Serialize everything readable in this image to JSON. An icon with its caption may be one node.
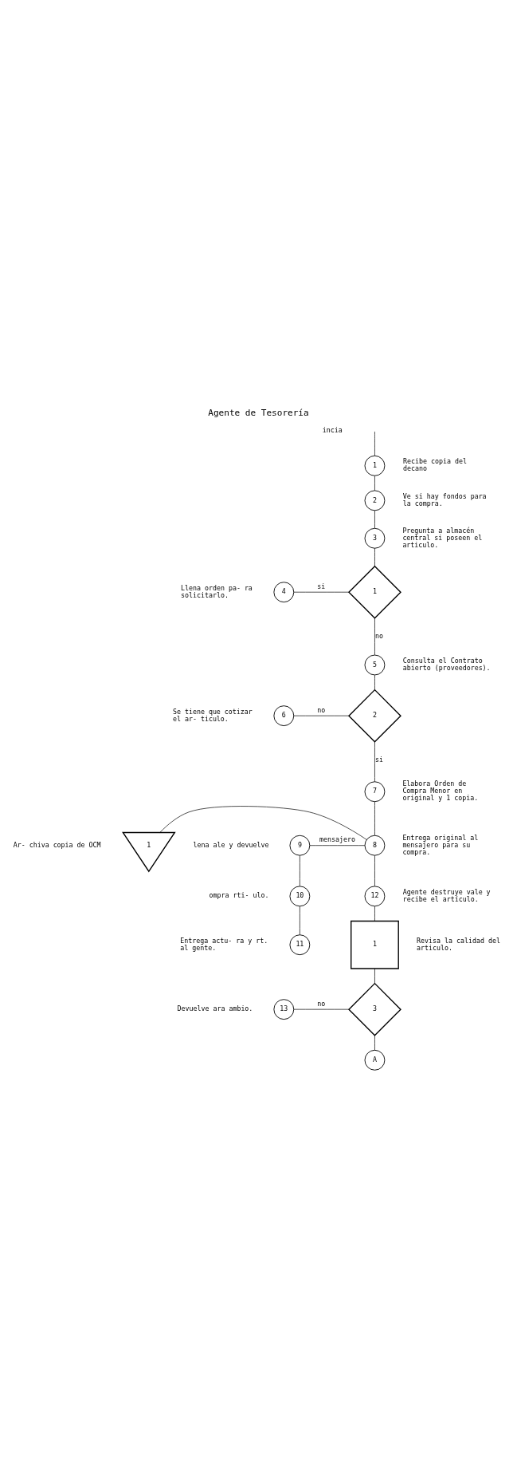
{
  "diagram": {
    "title": "Agente de Tesorería",
    "nodes": [
      {
        "text": [
          "1"
        ],
        "beside": [
          "Recibe copia del decano"
        ]
      },
      {
        "text": [
          "2"
        ],
        "beside": [
          "Ve si hay fondos para la compra."
        ]
      },
      {
        "text": [
          "3"
        ],
        "beside": [
          "Pregunta a almacén central si poseen el articulo."
        ]
      },
      {
        "text": [
          "1"
        ]
      },
      {
        "text": [
          "4"
        ],
        "beside": [
          "Llena orden pa- ra solicitarlo."
        ]
      },
      {
        "text": [
          "5"
        ],
        "beside": [
          "Consulta el Contrato abierto (proveedores)."
        ]
      },
      {
        "text": [
          "2"
        ]
      },
      {
        "text": [
          "6"
        ],
        "beside": [
          "Se tiene que cotizar el ar- ticulo."
        ]
      },
      {
        "text": [
          "7"
        ],
        "beside": [
          "Elabora Orden de Compra Menor en original y 1 copia."
        ]
      },
      {
        "text": [
          "1"
        ],
        "beside": [
          "Ar- chiva copia de OCM"
        ]
      },
      {
        "text": [
          "8"
        ],
        "beside": [
          "Entrega original al mensajero para su compra."
        ]
      },
      {
        "text": [
          "9"
        ],
        "beside": [
          "lena ale y devuelve"
        ]
      },
      {
        "text": [
          "10"
        ],
        "beside": [
          "ompra rti- ulo."
        ]
      },
      {
        "text": [
          "11"
        ],
        "beside": [
          "Entrega actu- ra y rt. al gente."
        ]
      },
      {
        "text": [
          "12"
        ],
        "beside": [
          "Agente destruye vale y recibe el artículo."
        ]
      },
      {
        "text": [
          "1"
        ],
        "beside": [
          "Revisa la calidad del articulo."
        ]
      },
      {
        "text": [
          "3"
        ]
      },
      {
        "text": [
          "13"
        ],
        "beside": [
          "Devuelve ara ambio."
        ]
      },
      {
        "text": [
          "A"
        ]
      }
    ],
    "edges": [
      {
        "from": null,
        "to": 0,
        "arrow": "none"
      },
      {
        "from": 0,
        "to": 1,
        "arrow": "none"
      },
      {
        "from": 1,
        "to": 2,
        "arrow": "none"
      },
      {
        "from": 2,
        "to": 3,
        "arrow": "none"
      },
      {
        "from": 3,
        "to": 4,
        "arrow": "none",
        "label": "si"
      },
      {
        "from": 3,
        "to": 5,
        "arrow": "none",
        "label": "no"
      },
      {
        "from": 5,
        "to": 6,
        "arrow": "none"
      },
      {
        "from": 6,
        "to": 7,
        "arrow": "none",
        "label": "no"
      },
      {
        "from": 6,
        "to": 8,
        "arrow": "none",
        "label": "si"
      },
      {
        "from": 8,
        "to": 10,
        "arrow": "none"
      },
      {
        "from": 9,
        "to": 10,
        "arrow": "none"
      },
      {
        "from": 10,
        "to": 11,
        "arrow": "none",
        "label": "mensajero"
      },
      {
        "from": 11,
        "to": 12,
        "arrow": "none"
      },
      {
        "from": 12,
        "to": 13,
        "arrow": "none"
      },
      {
        "from": 10,
        "to": 14,
        "arrow": "none"
      },
      {
        "from": 14,
        "to": 15,
        "arrow": "none"
      },
      {
        "from": 15,
        "to": 16,
        "arrow": "none"
      },
      {
        "from": 16,
        "to": 17,
        "arrow": "none",
        "label": "no"
      },
      {
        "from": 16,
        "to": 18,
        "arrow": "none"
      }
    ],
    "labels": [
      "incia"
    ]
  }
}
